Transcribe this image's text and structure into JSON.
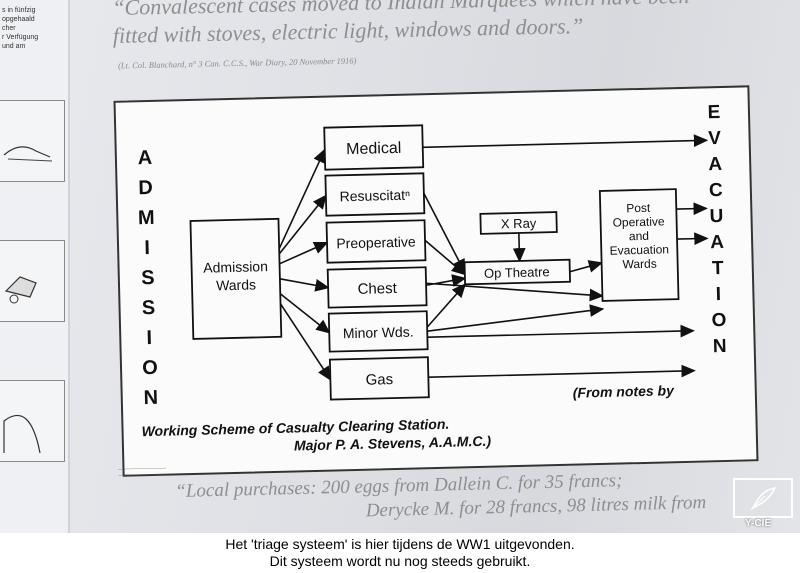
{
  "left_panel": {
    "snippet_lines": [
      "s in fünfzig",
      "opgehaald",
      "cher",
      "r Verfügung",
      "und am"
    ]
  },
  "top_quote": {
    "text_line1": "“Convalescent cases moved to Indian Marquees which have been",
    "text_line2": "fitted with stoves, electric light, windows and doors.”",
    "citation": "(Lt. Col. Blanchard, n° 3 Can. C.C.S., War Diary, 20 November 1916)"
  },
  "diagram": {
    "admission_letters": [
      "A",
      "D",
      "M",
      "I",
      "S",
      "S",
      "I",
      "O",
      "N"
    ],
    "evacuation_letters": [
      "E",
      "V",
      "A",
      "C",
      "U",
      "A",
      "T",
      "I",
      "O",
      "N"
    ],
    "admission_wards": [
      "Admission",
      "Wards"
    ],
    "boxes": {
      "medical": "Medical",
      "resuscitation": "Resuscitatⁿ",
      "preoperative": "Preoperative",
      "chest": "Chest",
      "minor": "Minor Wds.",
      "gas": "Gas",
      "xray": "X Ray",
      "op_theatre": "Op Theatre",
      "post_op": [
        "Post",
        "Operative",
        "and",
        "Evacuation",
        "Wards"
      ]
    },
    "caption_line1": "Working Scheme of Casualty Clearing Station.",
    "caption_from": "(From notes by",
    "caption_line2": "Major P. A. Stevens, A.A.M.C.)"
  },
  "bottom_quote": {
    "line1": "“Local purchases: 200 eggs from Dallein C. for 35 francs;",
    "line2": "Deryckе M. for 28 francs, 98 litres milk from"
  },
  "watermark": {
    "label": "Y-CIE"
  },
  "subtitle": {
    "line1": "Het 'triage systeem' is hier tijdens de WW1 uitgevonden.",
    "line2": "Dit systeem wordt nu nog steeds gebruikt."
  }
}
